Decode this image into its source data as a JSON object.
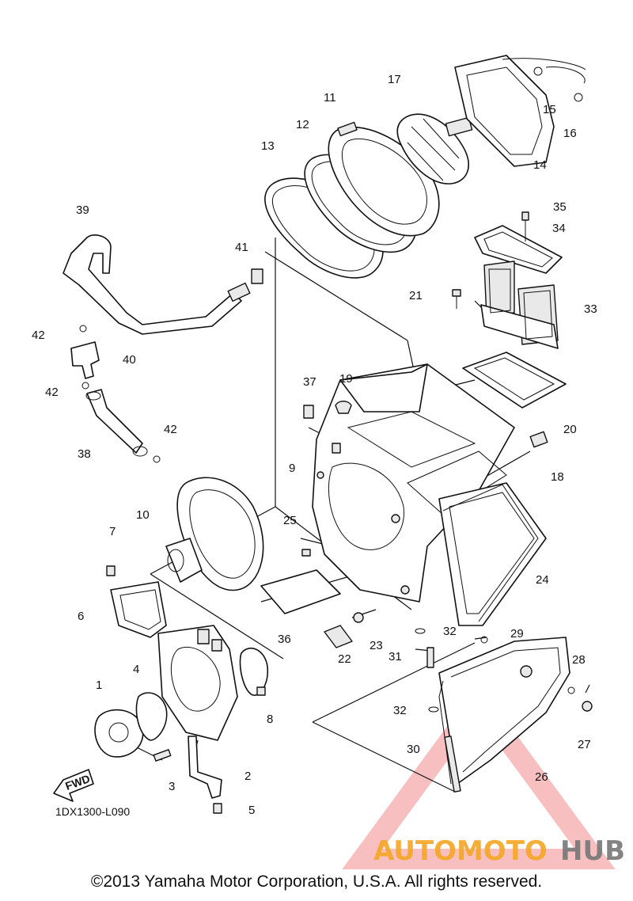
{
  "diagram": {
    "code": "1DX1300-L090",
    "fwd_label": "FWD",
    "callouts": [
      "1",
      "2",
      "3",
      "4",
      "5",
      "6",
      "7",
      "8",
      "9",
      "10",
      "11",
      "12",
      "13",
      "14",
      "15",
      "16",
      "17",
      "18",
      "19",
      "20",
      "21",
      "22",
      "23",
      "24",
      "25",
      "26",
      "27",
      "28",
      "29",
      "30",
      "31",
      "32",
      "32",
      "33",
      "34",
      "35",
      "36",
      "37",
      "38",
      "39",
      "40",
      "41",
      "42",
      "42",
      "42"
    ]
  },
  "watermark": {
    "part1": "AUTOMOTO",
    "part2": "HUB",
    "colors": {
      "triangle": "#f08a8a",
      "orange": "#f5a623",
      "grey": "#777777"
    }
  },
  "footer": {
    "copyright": "©2013 Yamaha Motor Corporation, U.S.A. All rights reserved."
  }
}
